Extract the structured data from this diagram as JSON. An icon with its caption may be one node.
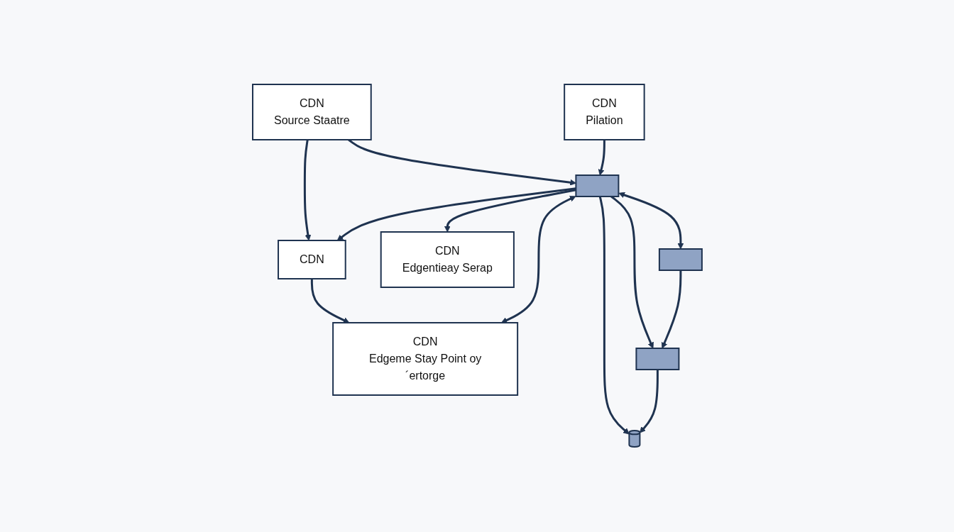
{
  "diagram": {
    "nodes": [
      {
        "text": [
          "CDN",
          "Source Staatre"
        ]
      },
      {
        "text": [
          "CDN"
        ]
      },
      {
        "text": [
          "CDN",
          "Edgeme Stay Point oy´ertorge"
        ]
      },
      {
        "text": [
          "CDN",
          "Pilation"
        ]
      },
      {
        "text": [],
        "shape": "box"
      },
      {
        "text": [
          "CDN",
          "Edgentieay Serap"
        ]
      },
      {
        "text": [],
        "shape": "box"
      },
      {
        "text": [],
        "shape": "box"
      },
      {
        "text": [],
        "shape": "cylinder"
      }
    ],
    "edges": [
      {
        "from": 0,
        "to": 1,
        "arrow": "to"
      },
      {
        "from": 1,
        "to": 2,
        "arrow": "to"
      },
      {
        "from": 0,
        "to": 4,
        "arrow": "to"
      },
      {
        "from": 4,
        "to": 1,
        "arrow": "to"
      },
      {
        "from": 4,
        "to": 2,
        "arrow": "both"
      },
      {
        "from": 3,
        "to": 4,
        "arrow": "to"
      },
      {
        "from": 4,
        "to": 5,
        "arrow": "to"
      },
      {
        "from": 4,
        "to": 6,
        "arrow": "both"
      },
      {
        "from": 4,
        "to": 7,
        "arrow": "to"
      },
      {
        "from": 4,
        "to": 8,
        "arrow": "to"
      },
      {
        "from": 6,
        "to": 7,
        "arrow": "to"
      },
      {
        "from": 7,
        "to": 8,
        "arrow": "to"
      }
    ]
  }
}
